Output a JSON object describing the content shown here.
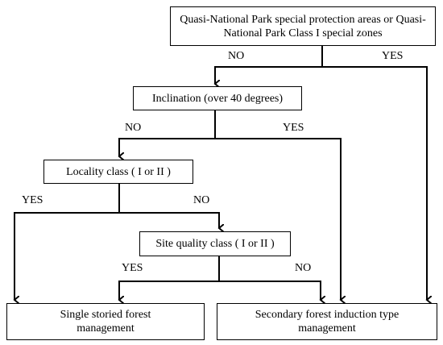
{
  "boxes": {
    "park_protection": "Quasi-National Park special protection areas or Quasi-National Park Class I special zones",
    "inclination": "Inclination (over 40 degrees)",
    "locality_class": "Locality class ( I or II )",
    "site_quality": "Site quality class ( I or II )",
    "single_storied": "Single storied  forest management",
    "secondary_forest": "Secondary forest induction type management"
  },
  "labels": {
    "park_no": "NO",
    "park_yes": "YES",
    "incl_no": "NO",
    "incl_yes": "YES",
    "loc_yes": "YES",
    "loc_no": "NO",
    "site_yes": "YES",
    "site_no": "NO"
  }
}
